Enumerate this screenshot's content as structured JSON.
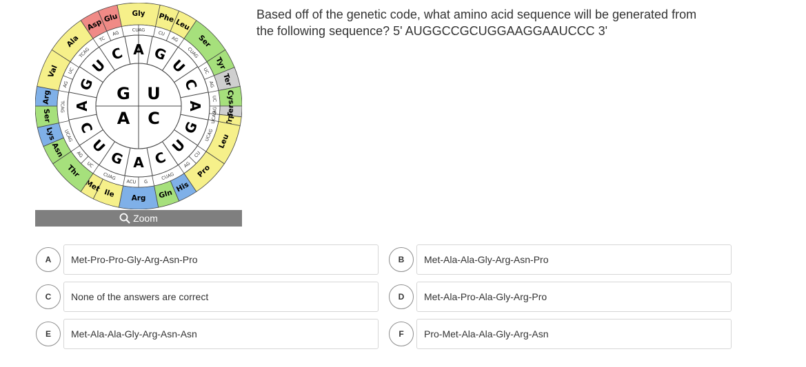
{
  "question": {
    "line1": "Based off of the genetic code, what amino acid sequence will be generated from",
    "line2": "the following sequence? 5' AUGGCCGCUGGAAGGAAUCCC 3'"
  },
  "zoom": {
    "label": "Zoom",
    "icon": "magnifier-icon"
  },
  "options": [
    {
      "letter": "A",
      "text": "Met-Pro-Pro-Gly-Arg-Asn-Pro"
    },
    {
      "letter": "B",
      "text": "Met-Ala-Ala-Gly-Arg-Asn-Pro"
    },
    {
      "letter": "C",
      "text": "None of the answers are correct"
    },
    {
      "letter": "D",
      "text": "Met-Ala-Pro-Ala-Gly-Arg-Pro"
    },
    {
      "letter": "E",
      "text": "Met-Ala-Ala-Gly-Arg-Asn-Asn"
    },
    {
      "letter": "F",
      "text": "Pro-Met-Ala-Ala-Gly-Arg-Asn"
    }
  ],
  "codon_wheel": {
    "first_bases": [
      "G",
      "U",
      "A",
      "C"
    ],
    "second_bases": [
      "A",
      "G",
      "U",
      "C",
      "A",
      "G",
      "U",
      "C",
      "A",
      "G",
      "U",
      "C",
      "A",
      "G",
      "U",
      "C"
    ],
    "third_base_labels": [
      "CUAG",
      "CU",
      "AG",
      "CUAG",
      "UC",
      "AG",
      "UC",
      "AG",
      "UCAG",
      "UCAG",
      "CU",
      "AG",
      "CUAG",
      "G",
      "ACU",
      "CUAG",
      "UC",
      "AG",
      "UCAG",
      "TCAG",
      "AG",
      "UC",
      "TCAG",
      "TC",
      "AG"
    ],
    "amino_acids": [
      "Gly",
      "Phe",
      "Leu",
      "Ser",
      "Tyr",
      "Ter",
      "Cys",
      "Ter",
      "Trp",
      "Leu",
      "Pro",
      "His",
      "Gln",
      "Arg",
      "Ile",
      "Met",
      "Thr",
      "Asn",
      "Lys",
      "Ser",
      "Arg",
      "Val",
      "Ala",
      "Asp",
      "Glu"
    ],
    "colors": {
      "yellow": "#f6f08a",
      "blue": "#7fb0e8",
      "red": "#f08a86",
      "green": "#a6e07c",
      "grey": "#cfcfcf"
    }
  }
}
